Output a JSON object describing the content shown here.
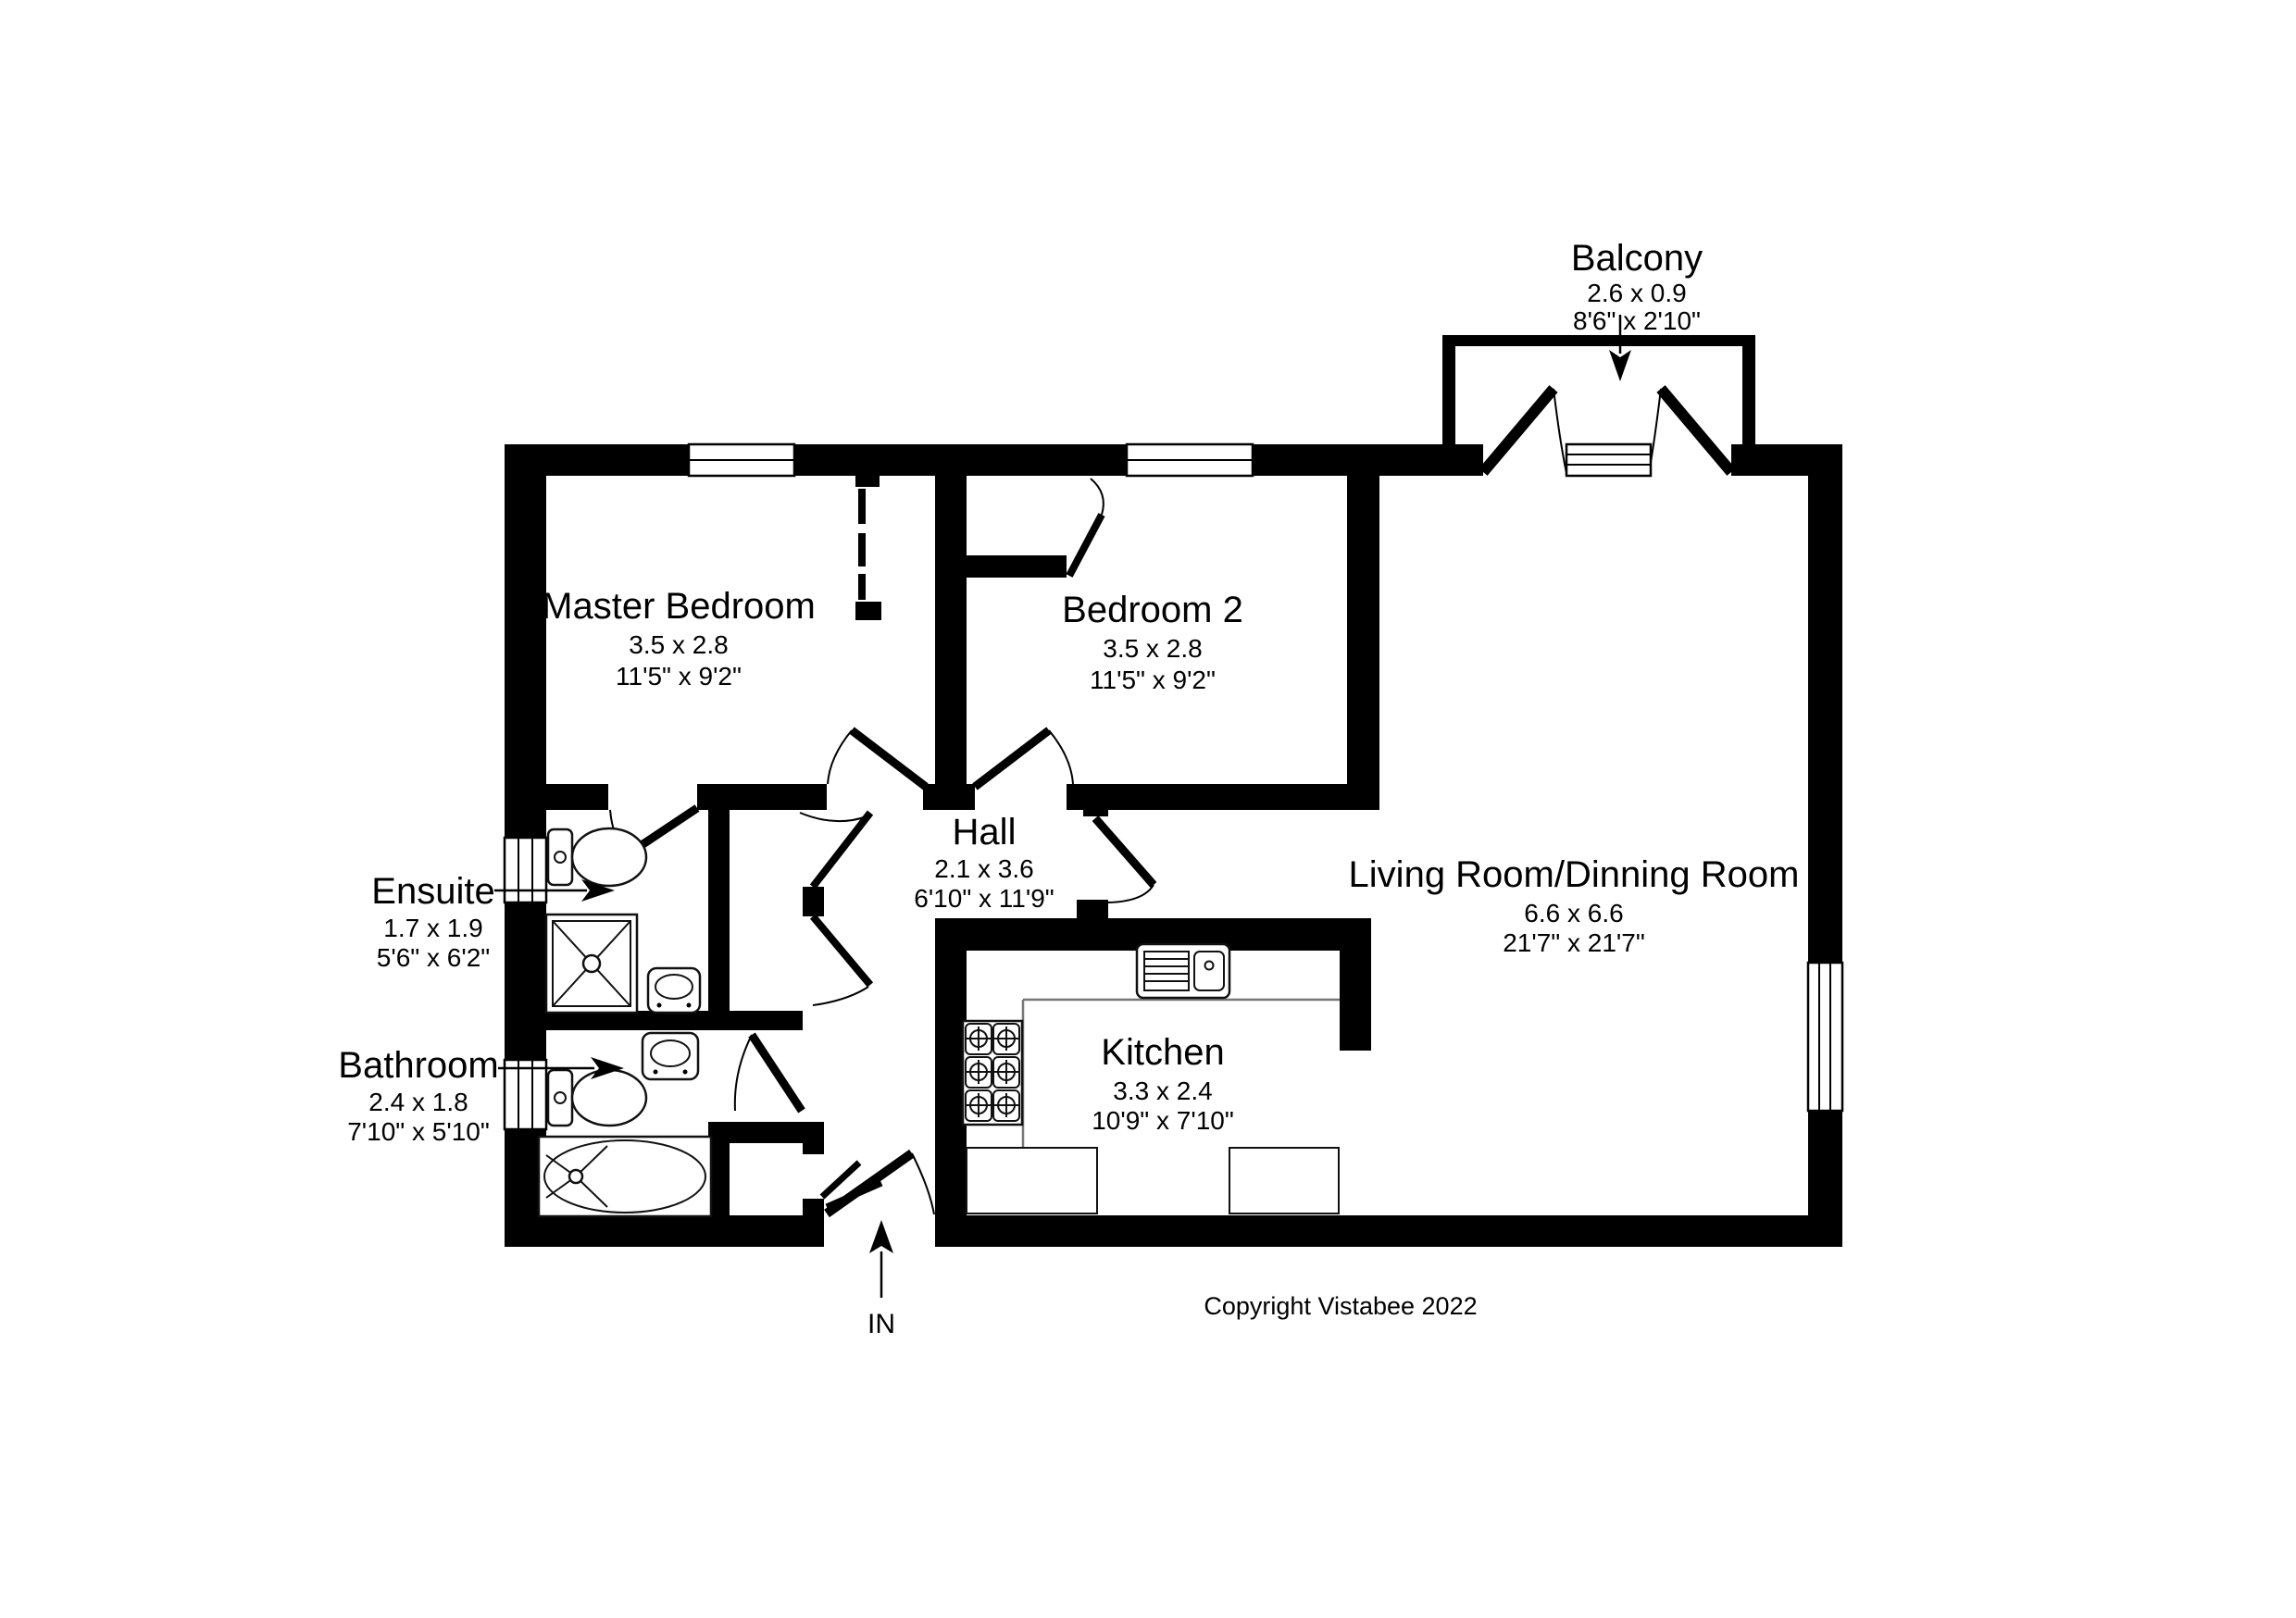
{
  "plan": {
    "copyright": "Copyright Vistabee 2022",
    "entrance": {
      "label": "IN"
    },
    "rooms": {
      "master_bedroom": {
        "name": "Master Bedroom",
        "metric": "3.5 x 2.8",
        "imperial": "11'5\" x 9'2\""
      },
      "bedroom2": {
        "name": "Bedroom 2",
        "metric": "3.5 x 2.8",
        "imperial": "11'5\" x 9'2\""
      },
      "hall": {
        "name": "Hall",
        "metric": "2.1 x 3.6",
        "imperial": "6'10\" x 11'9\""
      },
      "living": {
        "name": "Living Room/Dinning Room",
        "metric": "6.6 x 6.6",
        "imperial": "21'7\" x 21'7\""
      },
      "kitchen": {
        "name": "Kitchen",
        "metric": "3.3 x 2.4",
        "imperial": "10'9\" x 7'10\""
      },
      "ensuite": {
        "name": "Ensuite",
        "metric": "1.7 x 1.9",
        "imperial": "5'6\" x 6'2\""
      },
      "bathroom": {
        "name": "Bathroom",
        "metric": "2.4 x 1.8",
        "imperial": "7'10\" x 5'10\""
      },
      "balcony": {
        "name": "Balcony",
        "metric": "2.6 x 0.9",
        "imperial": "8'6\" x 2'10\""
      }
    },
    "colors": {
      "wall": "#000000",
      "background": "#ffffff",
      "counter_line": "#777777"
    }
  }
}
